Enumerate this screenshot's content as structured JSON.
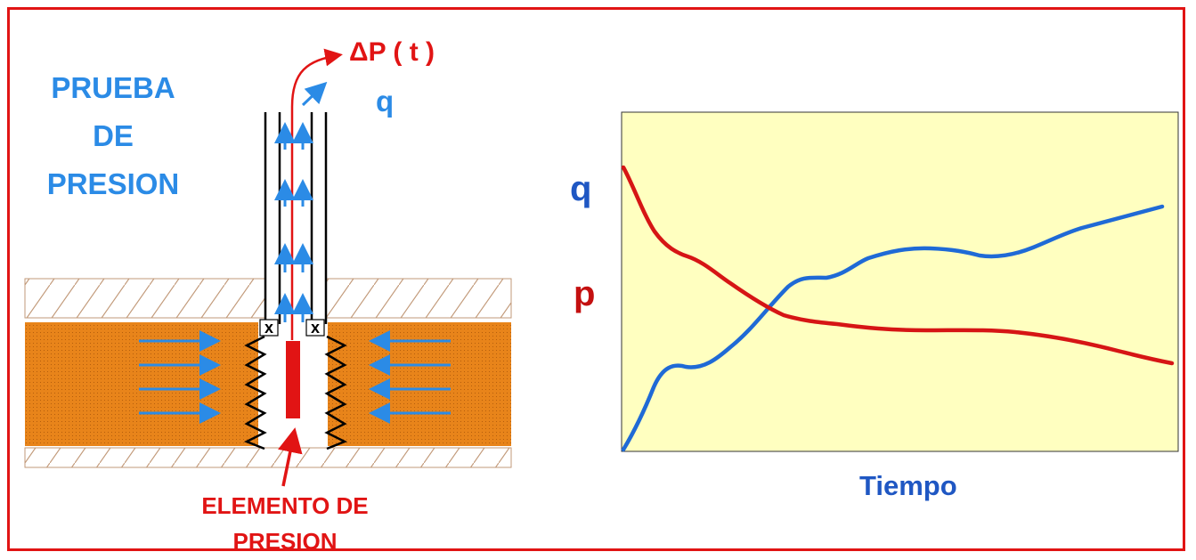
{
  "diagram": {
    "title_lines": [
      "PRUEBA",
      "DE",
      "PRESION"
    ],
    "delta_p_label": "ΔP ( t )",
    "flow_label": "q",
    "well_marker": "x",
    "sensor_label_lines": [
      "ELEMENTO DE",
      "PRESION"
    ]
  },
  "chart": {
    "q_label": "q",
    "p_label": "p",
    "x_label": "Tiempo"
  },
  "colors": {
    "frame": "#e11414",
    "title_text": "#2b8be6",
    "reservoir": "#e8841a",
    "plot_background": "#ffffc0",
    "q_curve": "#1f6ad6",
    "p_curve": "#d61515"
  }
}
